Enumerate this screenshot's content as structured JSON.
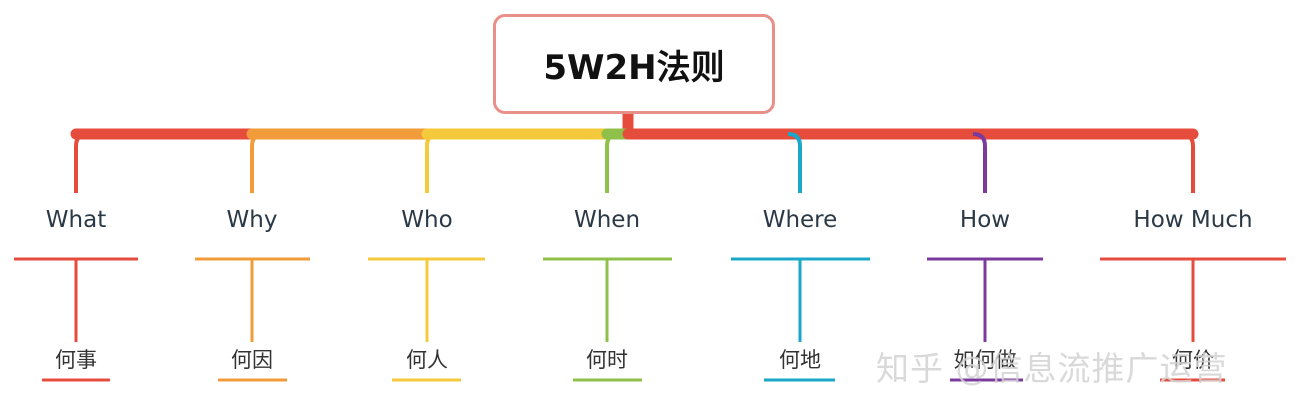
{
  "root": {
    "label": "5W2H法则",
    "color": "#e88f87"
  },
  "branches": [
    {
      "label": "What",
      "sub": "何事",
      "color": "#e64c3c"
    },
    {
      "label": "Why",
      "sub": "何因",
      "color": "#f29b3a"
    },
    {
      "label": "Who",
      "sub": "何人",
      "color": "#f4c93c"
    },
    {
      "label": "When",
      "sub": "何时",
      "color": "#8fc04a"
    },
    {
      "label": "Where",
      "sub": "何地",
      "color": "#1aa7c8"
    },
    {
      "label": "How",
      "sub": "如何做",
      "color": "#7b3b9c"
    },
    {
      "label": "How Much",
      "sub": "何价",
      "color": "#e64c3c"
    }
  ],
  "watermark": "知乎 @信息流推广运营"
}
